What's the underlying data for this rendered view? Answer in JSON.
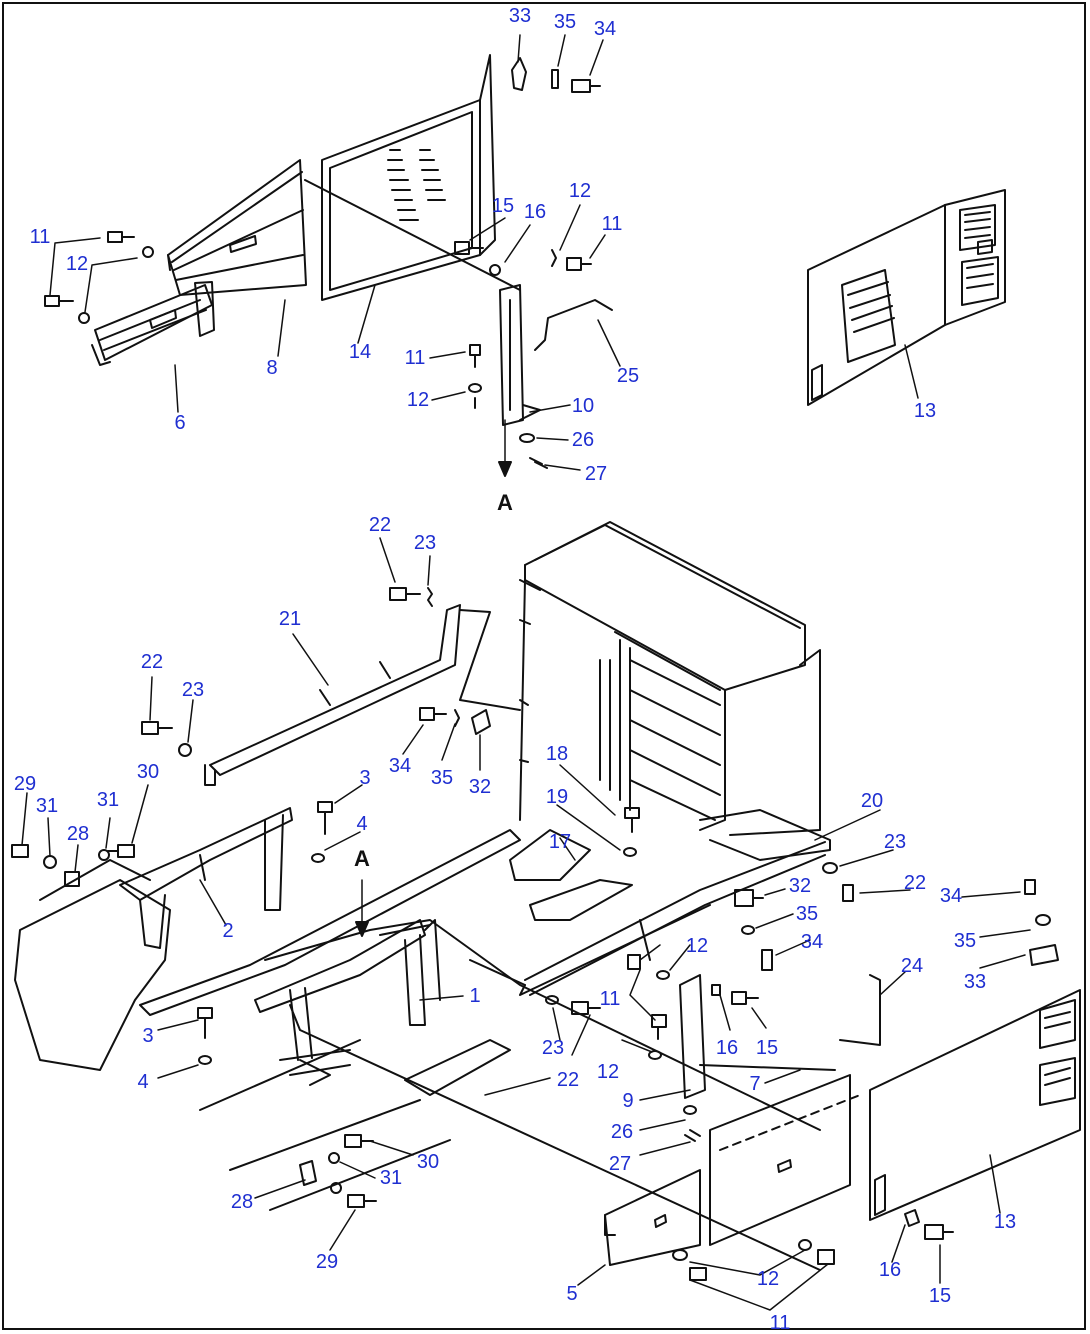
{
  "diagram": {
    "colors": {
      "label": "#1f2fd1",
      "line": "#111111",
      "background": "#ffffff"
    },
    "view_marker": "A",
    "labels": [
      {
        "id": "l33a",
        "text": "33"
      },
      {
        "id": "l35a",
        "text": "35"
      },
      {
        "id": "l34a",
        "text": "34"
      },
      {
        "id": "l11a",
        "text": "11"
      },
      {
        "id": "l12a",
        "text": "12"
      },
      {
        "id": "l15a",
        "text": "15"
      },
      {
        "id": "l16a",
        "text": "16"
      },
      {
        "id": "l12b",
        "text": "12"
      },
      {
        "id": "l11b",
        "text": "11"
      },
      {
        "id": "l8",
        "text": "8"
      },
      {
        "id": "l14",
        "text": "14"
      },
      {
        "id": "l6",
        "text": "6"
      },
      {
        "id": "l11c",
        "text": "11"
      },
      {
        "id": "l12c",
        "text": "12"
      },
      {
        "id": "l10",
        "text": "10"
      },
      {
        "id": "l26a",
        "text": "26"
      },
      {
        "id": "l27a",
        "text": "27"
      },
      {
        "id": "l25",
        "text": "25"
      },
      {
        "id": "l13a",
        "text": "13"
      },
      {
        "id": "l22a",
        "text": "22"
      },
      {
        "id": "l23a",
        "text": "23"
      },
      {
        "id": "l21",
        "text": "21"
      },
      {
        "id": "l22b",
        "text": "22"
      },
      {
        "id": "l23b",
        "text": "23"
      },
      {
        "id": "l34b",
        "text": "34"
      },
      {
        "id": "l35b",
        "text": "35"
      },
      {
        "id": "l32a",
        "text": "32"
      },
      {
        "id": "l18",
        "text": "18"
      },
      {
        "id": "l19",
        "text": "19"
      },
      {
        "id": "l17",
        "text": "17"
      },
      {
        "id": "l29a",
        "text": "29"
      },
      {
        "id": "l31a",
        "text": "31"
      },
      {
        "id": "l31b",
        "text": "31"
      },
      {
        "id": "l30a",
        "text": "30"
      },
      {
        "id": "l28a",
        "text": "28"
      },
      {
        "id": "l3a",
        "text": "3"
      },
      {
        "id": "l4a",
        "text": "4"
      },
      {
        "id": "l2",
        "text": "2"
      },
      {
        "id": "l20",
        "text": "20"
      },
      {
        "id": "l23c",
        "text": "23"
      },
      {
        "id": "l22c",
        "text": "22"
      },
      {
        "id": "l32b",
        "text": "32"
      },
      {
        "id": "l35c",
        "text": "35"
      },
      {
        "id": "l34c",
        "text": "34"
      },
      {
        "id": "l34d",
        "text": "34"
      },
      {
        "id": "l35d",
        "text": "35"
      },
      {
        "id": "l33b",
        "text": "33"
      },
      {
        "id": "l12d",
        "text": "12"
      },
      {
        "id": "l11d",
        "text": "11"
      },
      {
        "id": "l1",
        "text": "1"
      },
      {
        "id": "l3b",
        "text": "3"
      },
      {
        "id": "l4b",
        "text": "4"
      },
      {
        "id": "l23d",
        "text": "23"
      },
      {
        "id": "l22d",
        "text": "22"
      },
      {
        "id": "l12e",
        "text": "12"
      },
      {
        "id": "l16b",
        "text": "16"
      },
      {
        "id": "l15b",
        "text": "15"
      },
      {
        "id": "l24",
        "text": "24"
      },
      {
        "id": "l9",
        "text": "9"
      },
      {
        "id": "l7",
        "text": "7"
      },
      {
        "id": "l26b",
        "text": "26"
      },
      {
        "id": "l27b",
        "text": "27"
      },
      {
        "id": "l30b",
        "text": "30"
      },
      {
        "id": "l31c",
        "text": "31"
      },
      {
        "id": "l28b",
        "text": "28"
      },
      {
        "id": "l29b",
        "text": "29"
      },
      {
        "id": "l5",
        "text": "5"
      },
      {
        "id": "l12f",
        "text": "12"
      },
      {
        "id": "l11e",
        "text": "11"
      },
      {
        "id": "l13b",
        "text": "13"
      },
      {
        "id": "l16c",
        "text": "16"
      },
      {
        "id": "l15c",
        "text": "15"
      }
    ]
  }
}
